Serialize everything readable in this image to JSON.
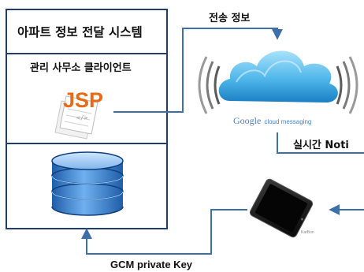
{
  "system_box": {
    "title": "아파트 정보 전달 시스템",
    "client_label": "관리 사무소 클라이언트",
    "jsp_text": "JSP"
  },
  "cloud": {
    "brand_google": "Google",
    "brand_service": "cloud messaging"
  },
  "phone": {
    "caption": "KarBon"
  },
  "arrows": {
    "transmit_label": "전송 정보",
    "realtime_label": "실시간 Noti",
    "key_label": "GCM private Key"
  },
  "colors": {
    "box_border": "#1f3d6e",
    "arrow": "#3d6fa8",
    "cloud_light": "#9ad7f3",
    "cloud_dark": "#1d8fd1",
    "jsp_orange": "#e86a17",
    "db_blue": "#3a7fd0"
  }
}
